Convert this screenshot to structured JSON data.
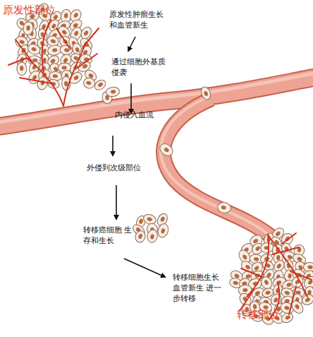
{
  "diagram": {
    "labels": [
      "原发性部位",
      "原发性肿瘤生长 和血管新生",
      "通过细胞外基质 侵袭",
      "内侵入血流",
      "外侵到次级部位",
      "转移癌细胞 生存和生长",
      "转移细胞生长 血管新生 进一步转移",
      "转移部位"
    ]
  }
}
